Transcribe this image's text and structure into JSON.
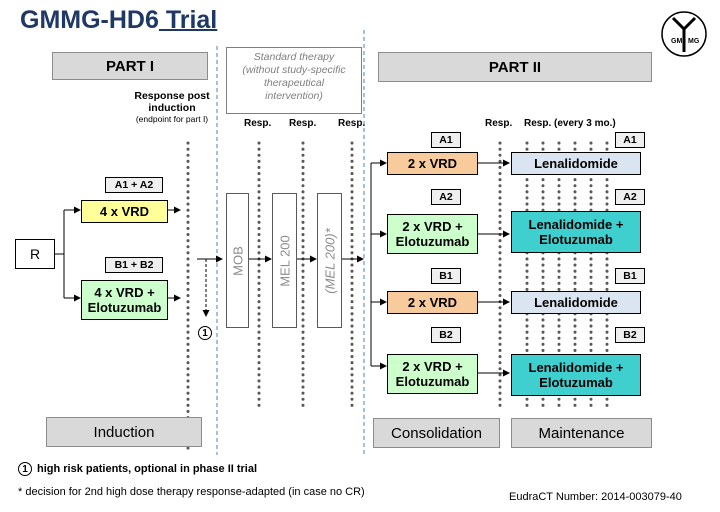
{
  "title": {
    "main": "GMMG-HD6",
    "trial": " Trial"
  },
  "logo": {
    "left_letters": "GM",
    "right_letters": "MG"
  },
  "parts": {
    "part1": "PART I",
    "part2": "PART II"
  },
  "standard_therapy": {
    "line1": "Standard therapy",
    "line2": "(without study-specific",
    "line3": "therapeutical",
    "line4": "intervention)"
  },
  "response_post_induction": {
    "line1": "Response post",
    "line2": "induction",
    "line3": "(endpoint for part I)"
  },
  "resp_labels": {
    "resp": "Resp.",
    "resp_every": "Resp. (every 3 mo.)"
  },
  "randomization": "R",
  "induction": {
    "tag_a": "A1 + A2",
    "tag_b": "B1 + B2",
    "arm_a": "4 x VRD",
    "arm_b_line1": "4 x VRD  +",
    "arm_b_line2": "Elotuzumab"
  },
  "marker": "1",
  "standard_steps": {
    "mob": "MOB",
    "mel1": "MEL 200",
    "mel2": "(MEL 200)*"
  },
  "arms": [
    {
      "tag": "A1",
      "cons_line1": "2 x VRD",
      "cons_line2": "",
      "maint_line1": "Lenalidomide",
      "maint_line2": ""
    },
    {
      "tag": "A2",
      "cons_line1": "2 x VRD  +",
      "cons_line2": "Elotuzumab",
      "maint_line1": "Lenalidomide +",
      "maint_line2": "Elotuzumab"
    },
    {
      "tag": "B1",
      "cons_line1": "2 x VRD",
      "cons_line2": "",
      "maint_line1": "Lenalidomide",
      "maint_line2": ""
    },
    {
      "tag": "B2",
      "cons_line1": "2 x VRD  +",
      "cons_line2": "Elotuzumab",
      "maint_line1": "Lenalidomide +",
      "maint_line2": "Elotuzumab"
    }
  ],
  "phases": {
    "induction": "Induction",
    "consolidation": "Consolidation",
    "maintenance": "Maintenance"
  },
  "footnotes": {
    "note1": "high risk patients, optional in phase II trial",
    "note2": "* decision for 2nd high dose therapy response-adapted (in case no CR)"
  },
  "eudract": "EudraCT Number: 2014-003079-40",
  "colors": {
    "title": "#1f3864",
    "yellow": "#ffff99",
    "green": "#ccffcc",
    "orange": "#f8cb9c",
    "light_blue": "#dbe5f1",
    "teal": "#3fcfcf",
    "gray": "#d9d9d9"
  }
}
